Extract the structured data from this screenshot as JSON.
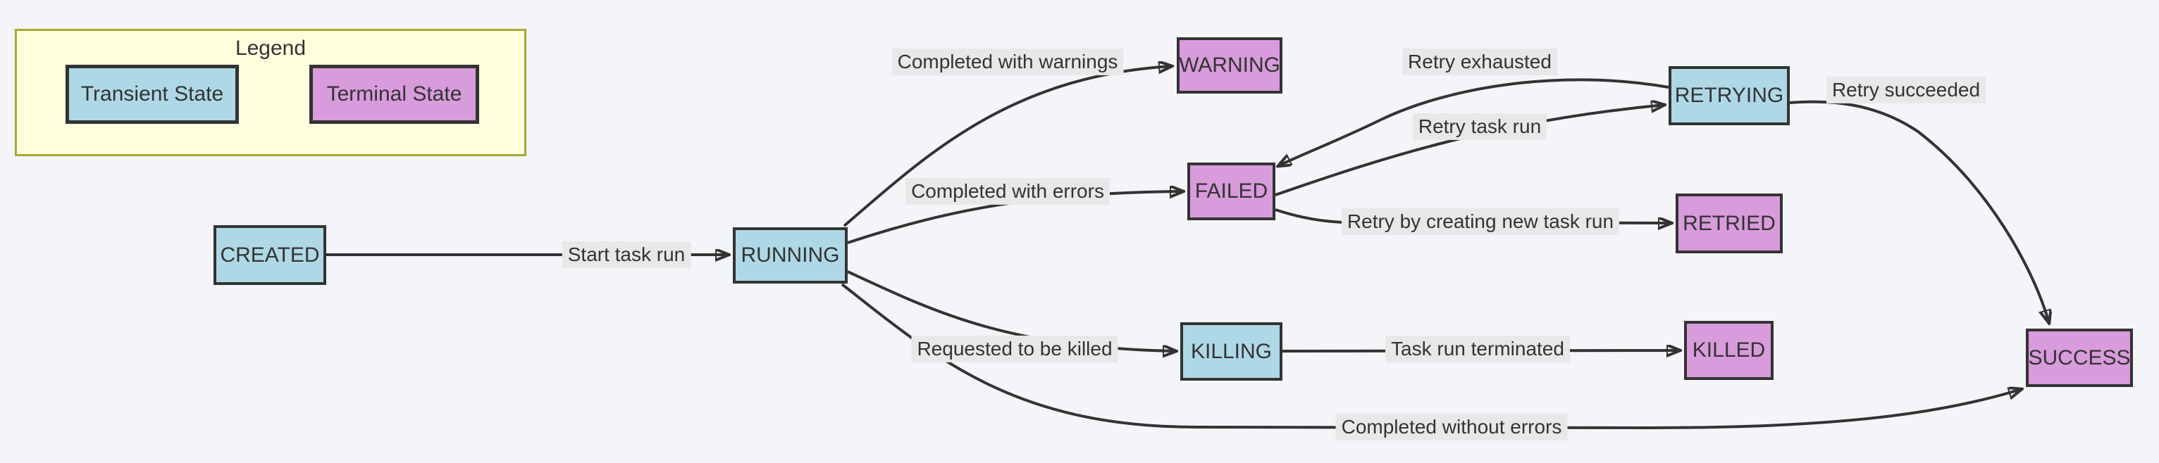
{
  "diagram": {
    "type": "state-flowchart",
    "background": "#f4f5f8"
  },
  "colors": {
    "transient_fill": "#aed8e6",
    "terminal_fill": "#d89bdb",
    "node_border": "#333333",
    "edge_stroke": "#333333",
    "edge_label_bg": "#e8e8e8",
    "legend_bg": "#ffffde",
    "legend_border": "#a8a833",
    "text": "#333333"
  },
  "legend": {
    "title": "Legend",
    "items": [
      {
        "label": "Transient State",
        "type": "transient"
      },
      {
        "label": "Terminal State",
        "type": "terminal"
      }
    ]
  },
  "nodes": {
    "created": {
      "label": "CREATED",
      "type": "transient"
    },
    "running": {
      "label": "RUNNING",
      "type": "transient"
    },
    "warning": {
      "label": "WARNING",
      "type": "terminal"
    },
    "failed": {
      "label": "FAILED",
      "type": "terminal"
    },
    "retrying": {
      "label": "RETRYING",
      "type": "transient"
    },
    "retried": {
      "label": "RETRIED",
      "type": "terminal"
    },
    "killing": {
      "label": "KILLING",
      "type": "transient"
    },
    "killed": {
      "label": "KILLED",
      "type": "terminal"
    },
    "success": {
      "label": "SUCCESS",
      "type": "terminal"
    }
  },
  "edges": {
    "start_task_run": {
      "from": "CREATED",
      "to": "RUNNING",
      "label": "Start task run"
    },
    "completed_with_warnings": {
      "from": "RUNNING",
      "to": "WARNING",
      "label": "Completed with warnings"
    },
    "completed_with_errors": {
      "from": "RUNNING",
      "to": "FAILED",
      "label": "Completed with errors"
    },
    "retry_task_run": {
      "from": "FAILED",
      "to": "RETRYING",
      "label": "Retry task run"
    },
    "retry_exhausted": {
      "from": "RETRYING",
      "to": "FAILED",
      "label": "Retry exhausted"
    },
    "retry_new_task_run": {
      "from": "FAILED",
      "to": "RETRIED",
      "label": "Retry by creating new task run"
    },
    "retry_succeeded": {
      "from": "RETRYING",
      "to": "SUCCESS",
      "label": "Retry succeeded"
    },
    "requested_to_be_killed": {
      "from": "RUNNING",
      "to": "KILLING",
      "label": "Requested to be killed"
    },
    "task_run_terminated": {
      "from": "KILLING",
      "to": "KILLED",
      "label": "Task run terminated"
    },
    "completed_without_errors": {
      "from": "RUNNING",
      "to": "SUCCESS",
      "label": "Completed without errors"
    }
  }
}
